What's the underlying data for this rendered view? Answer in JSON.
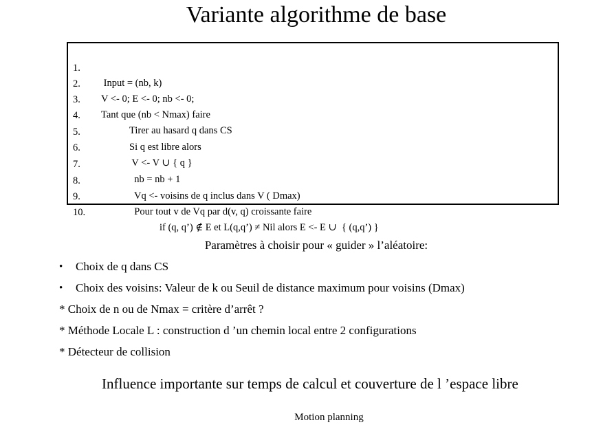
{
  "slide": {
    "title": "Variante algorithme de base",
    "algorithm": [
      {
        "num": "1.",
        "text": " Input = (nb, k)"
      },
      {
        "num": "2.",
        "text": "V <- 0; E <- 0; nb <- 0;"
      },
      {
        "num": "3.",
        "text": "Tant que (nb < Nmax) faire"
      },
      {
        "num": "4.",
        "text": "Tirer au hasard q dans CS"
      },
      {
        "num": "5.",
        "text": "Si q est libre alors"
      },
      {
        "num": "6.",
        "text": " V <- V ∪ { q }"
      },
      {
        "num": "7.",
        "text": "  nb = nb + 1"
      },
      {
        "num": "8.",
        "text": "  Vq <- voisins de q inclus dans V ( Dmax)"
      },
      {
        "num": "9.",
        "text": "  Pour tout v de Vq par d(v, q) croissante faire"
      },
      {
        "num": "10.",
        "text": "if (q, q’) ∉ E et L(q,q’) ≠ Nil alors E <- E ∪  { (q,q’) }"
      }
    ],
    "params_heading": "Paramètres à choisir pour « guider » l’aléatoire:",
    "bullets": [
      "Choix de q dans CS",
      "Choix des voisins: Valeur de k ou Seuil de distance maximum pour voisins (Dmax)"
    ],
    "bullet_symbol": "•",
    "star_items": [
      "* Choix de n ou de Nmax = critère d’arrêt ?",
      "* Méthode Locale L : construction d ’un chemin local entre 2 configurations",
      "* Détecteur de collision"
    ],
    "influence": "Influence importante sur temps de calcul et couverture de l ’espace libre",
    "footer": "Motion planning"
  }
}
